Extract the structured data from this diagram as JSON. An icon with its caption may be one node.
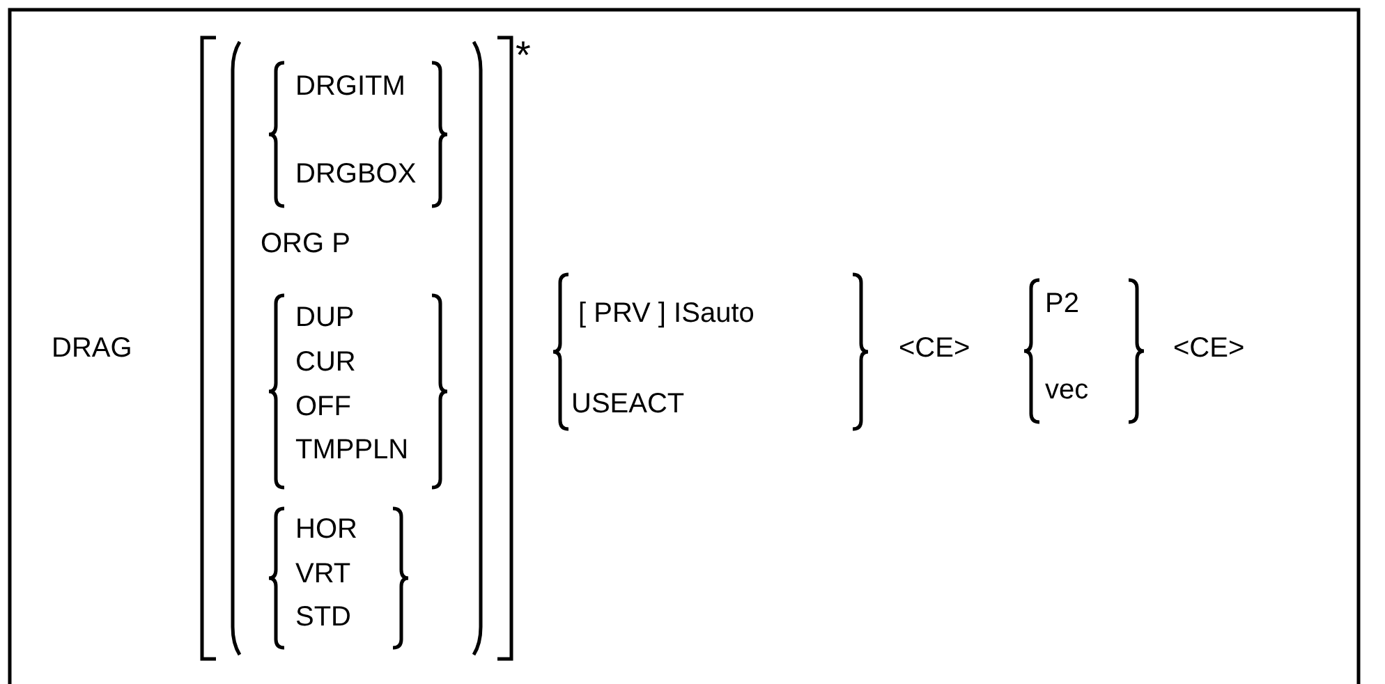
{
  "diagram": {
    "labels": [
      "DRAG",
      "DRGITM",
      "DRGBOX",
      "ORG P",
      "DUP",
      "CUR",
      "OFF",
      "TMPPLN",
      "HOR",
      "VRT",
      "STD",
      "*",
      "[ PRV ] ISauto",
      "USEACT",
      "<CE>",
      "P2",
      "vec",
      "<CE>"
    ]
  }
}
